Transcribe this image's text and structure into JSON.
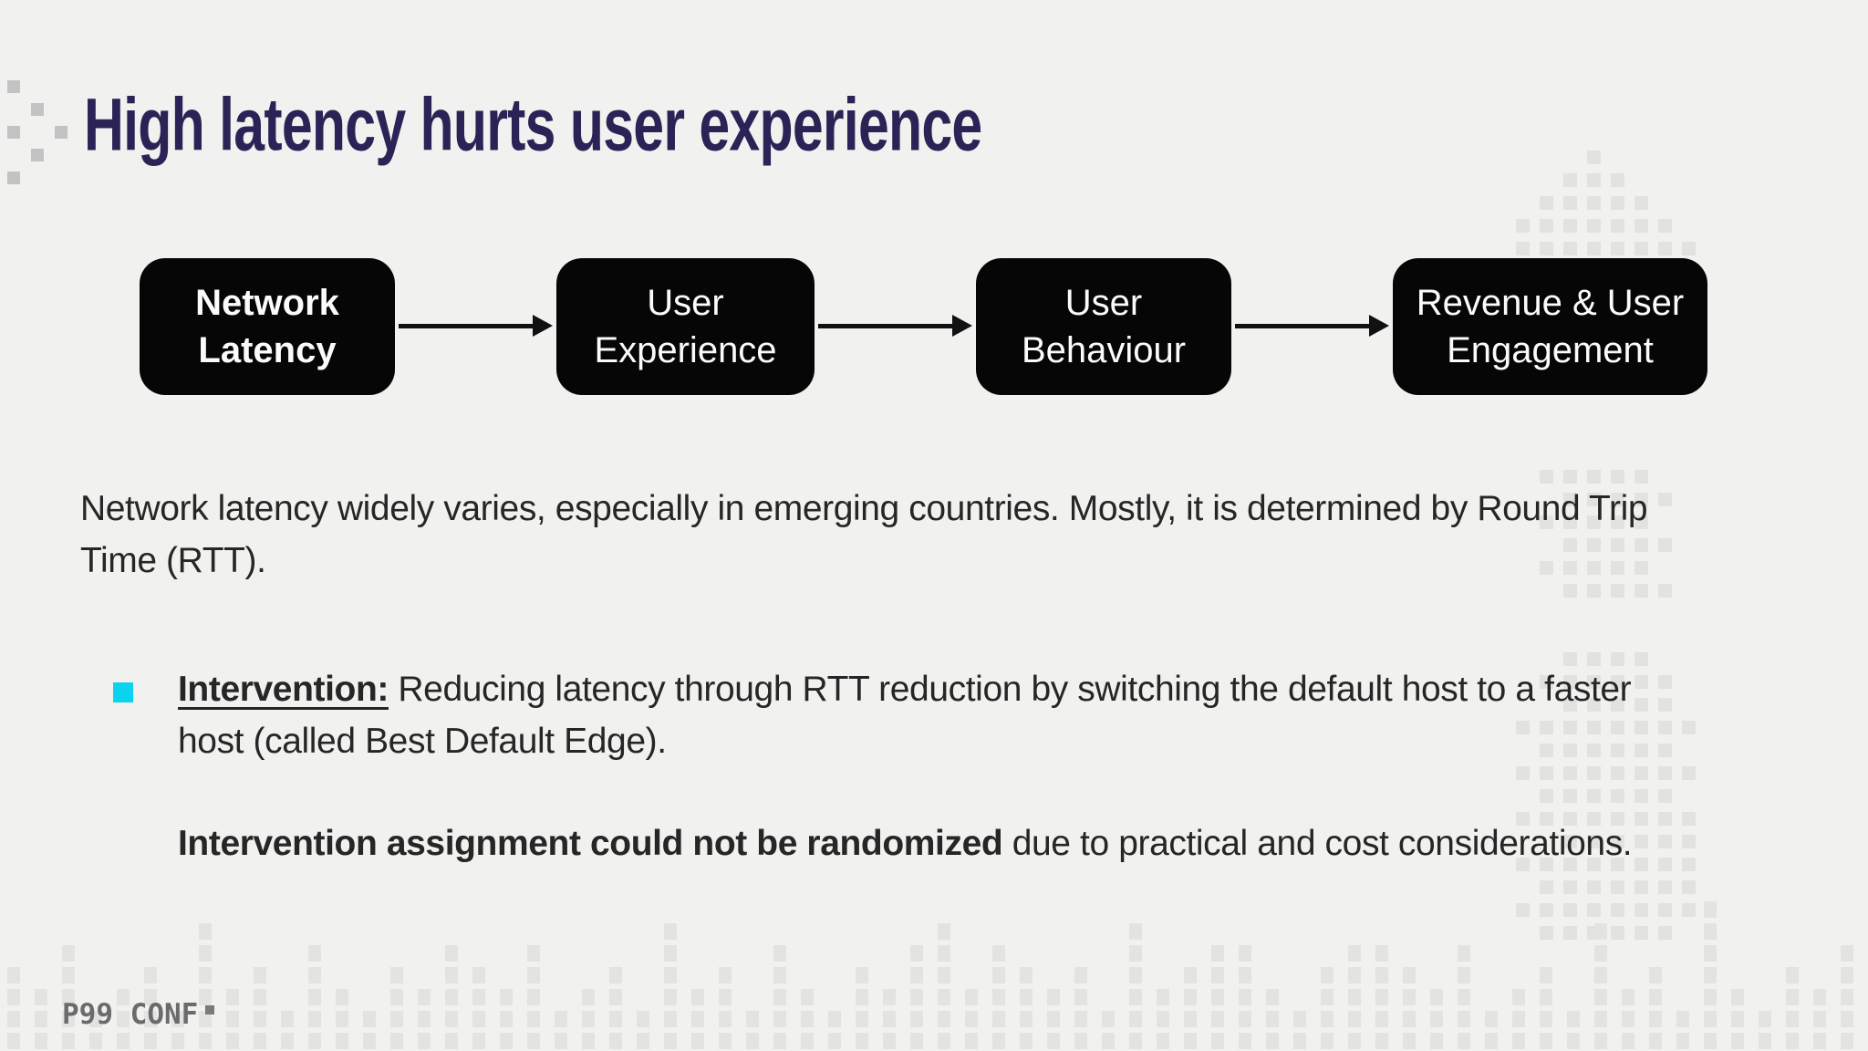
{
  "slide": {
    "title": "High latency hurts user experience",
    "flow": {
      "type": "flowchart-left-to-right",
      "boxes": [
        {
          "label": "Network Latency",
          "emphasis": true
        },
        {
          "label": "User Experience",
          "emphasis": false
        },
        {
          "label": "User Behaviour",
          "emphasis": false
        },
        {
          "label": "Revenue & User Engagement",
          "emphasis": false
        }
      ]
    },
    "paragraph": {
      "line1": "Network latency widely varies, especially in emerging countries. Mostly, it is determined by Round Trip",
      "line2": "Time (RTT)."
    },
    "bullet": {
      "label": "Intervention:",
      "text_line1": " Reducing latency through RTT reduction by switching the default host to a faster",
      "text_line2": "host (called Best Default Edge)."
    },
    "note": {
      "bold": "Intervention assignment could not be randomized",
      "rest": " due to practical and cost considerations."
    },
    "footer": {
      "logo": "P99 CONF"
    },
    "colors": {
      "accent_cyan": "#0bd2ee",
      "title_navy": "#2a2356",
      "box_black": "#060606"
    }
  }
}
